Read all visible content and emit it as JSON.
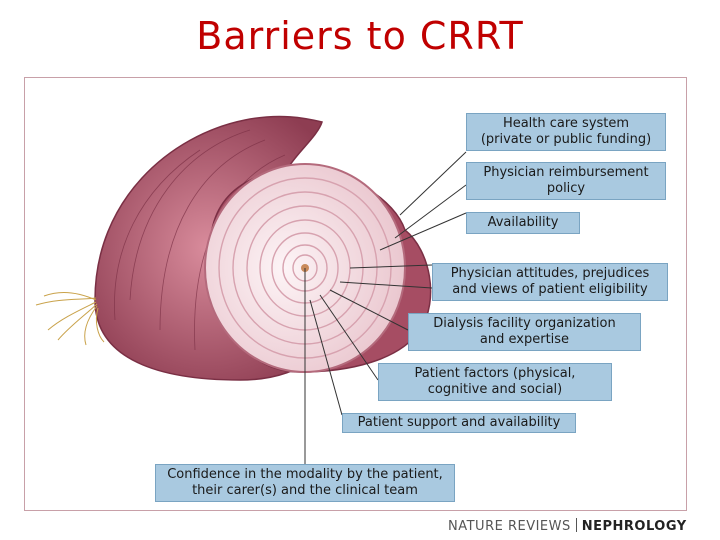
{
  "title": "Barriers to CRRT",
  "labels": [
    {
      "line1": "Health care system",
      "line2": "(private or public funding)"
    },
    {
      "line1": "Physician reimbursement",
      "line2": "policy"
    },
    {
      "line1": "Availability",
      "line2": ""
    },
    {
      "line1": "Physician attitudes, prejudices",
      "line2": "and views of patient eligibility"
    },
    {
      "line1": "Dialysis facility organization",
      "line2": "and expertise"
    },
    {
      "line1": "Patient factors (physical,",
      "line2": "cognitive and social)"
    },
    {
      "line1": "Patient support and availability",
      "line2": ""
    },
    {
      "line1": "Confidence in the modality by the patient,",
      "line2": "their carer(s) and the clinical team"
    }
  ],
  "credit": {
    "journal": "NATURE REVIEWS",
    "section": "NEPHROLOGY"
  },
  "colors": {
    "title": "#c00000",
    "box": "#a9c9e0",
    "onion_outer": "#b05a6e",
    "onion_inner": "#f7e6ea"
  }
}
